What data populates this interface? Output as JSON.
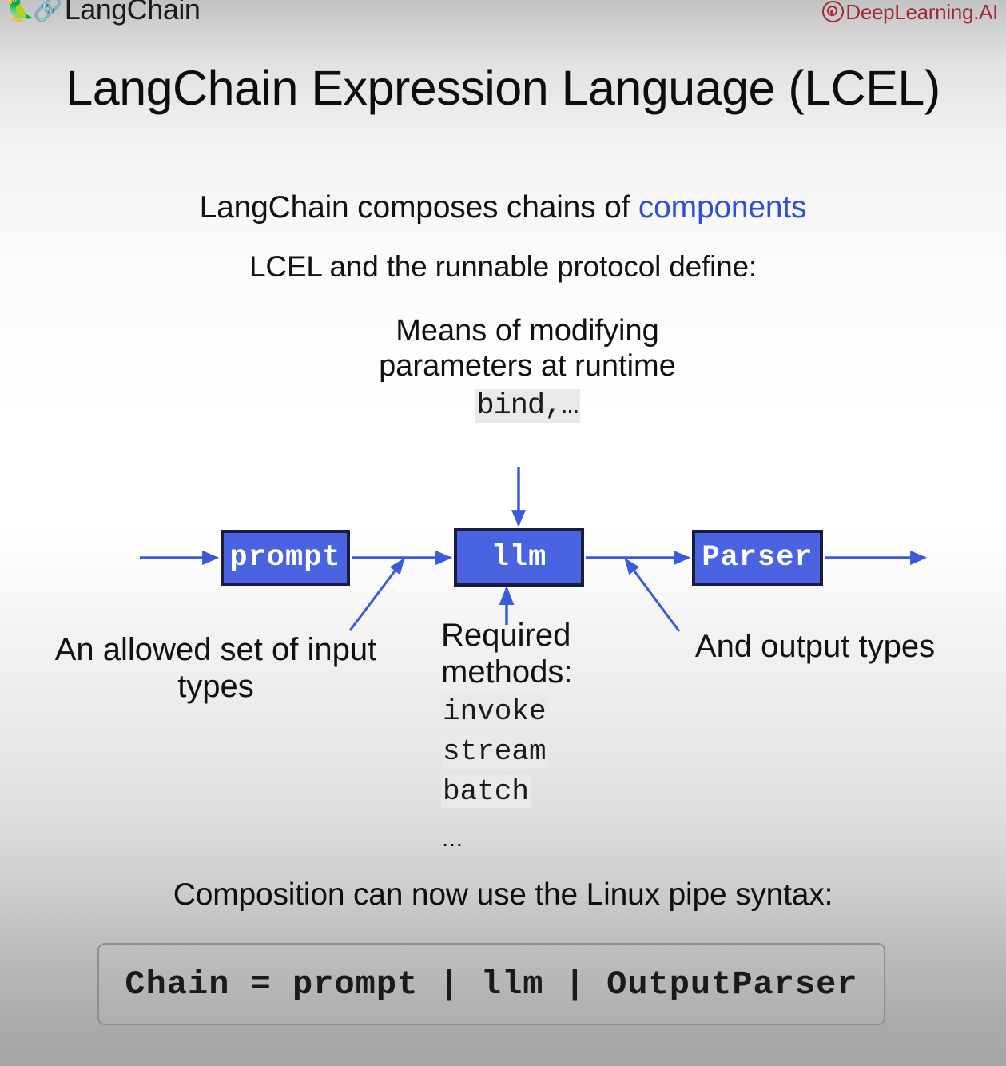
{
  "header": {
    "left_brand": {
      "parrot_icon": "parrot-emoji",
      "link_icon": "chain-link-emoji",
      "name": "LangChain"
    },
    "right_brand": {
      "logo_icon": "deeplearning-ai-target-logo",
      "name": "DeepLearning.AI",
      "color": "#a02a33"
    }
  },
  "slide": {
    "title": "LangChain Expression Language (LCEL)",
    "subtitle_prefix": "LangChain composes chains of ",
    "subtitle_accent": "components",
    "subtitle_accent_color": "#2d50d6",
    "define_line": "LCEL and the runnable protocol define:",
    "composition_line": "Composition can now use the Linux pipe syntax:",
    "code_box_text": "Chain = prompt | llm | OutputParser"
  },
  "callouts": {
    "bind": {
      "text": "Means of modifying parameters at runtime",
      "code": "bind,…"
    },
    "input_types": {
      "text": "An allowed set of input types"
    },
    "methods": {
      "heading": "Required methods:",
      "items": [
        "invoke",
        "stream",
        "batch"
      ],
      "ellipsis": "…"
    },
    "output_types": {
      "text": "And output types"
    }
  },
  "diagram": {
    "node_fill": "#4a63e0",
    "node_border": "#1b1b3c",
    "arrow_color": "#3a5ad9",
    "nodes": [
      {
        "id": "prompt",
        "label": "prompt"
      },
      {
        "id": "llm",
        "label": "llm"
      },
      {
        "id": "parser",
        "label": "Parser"
      }
    ]
  }
}
